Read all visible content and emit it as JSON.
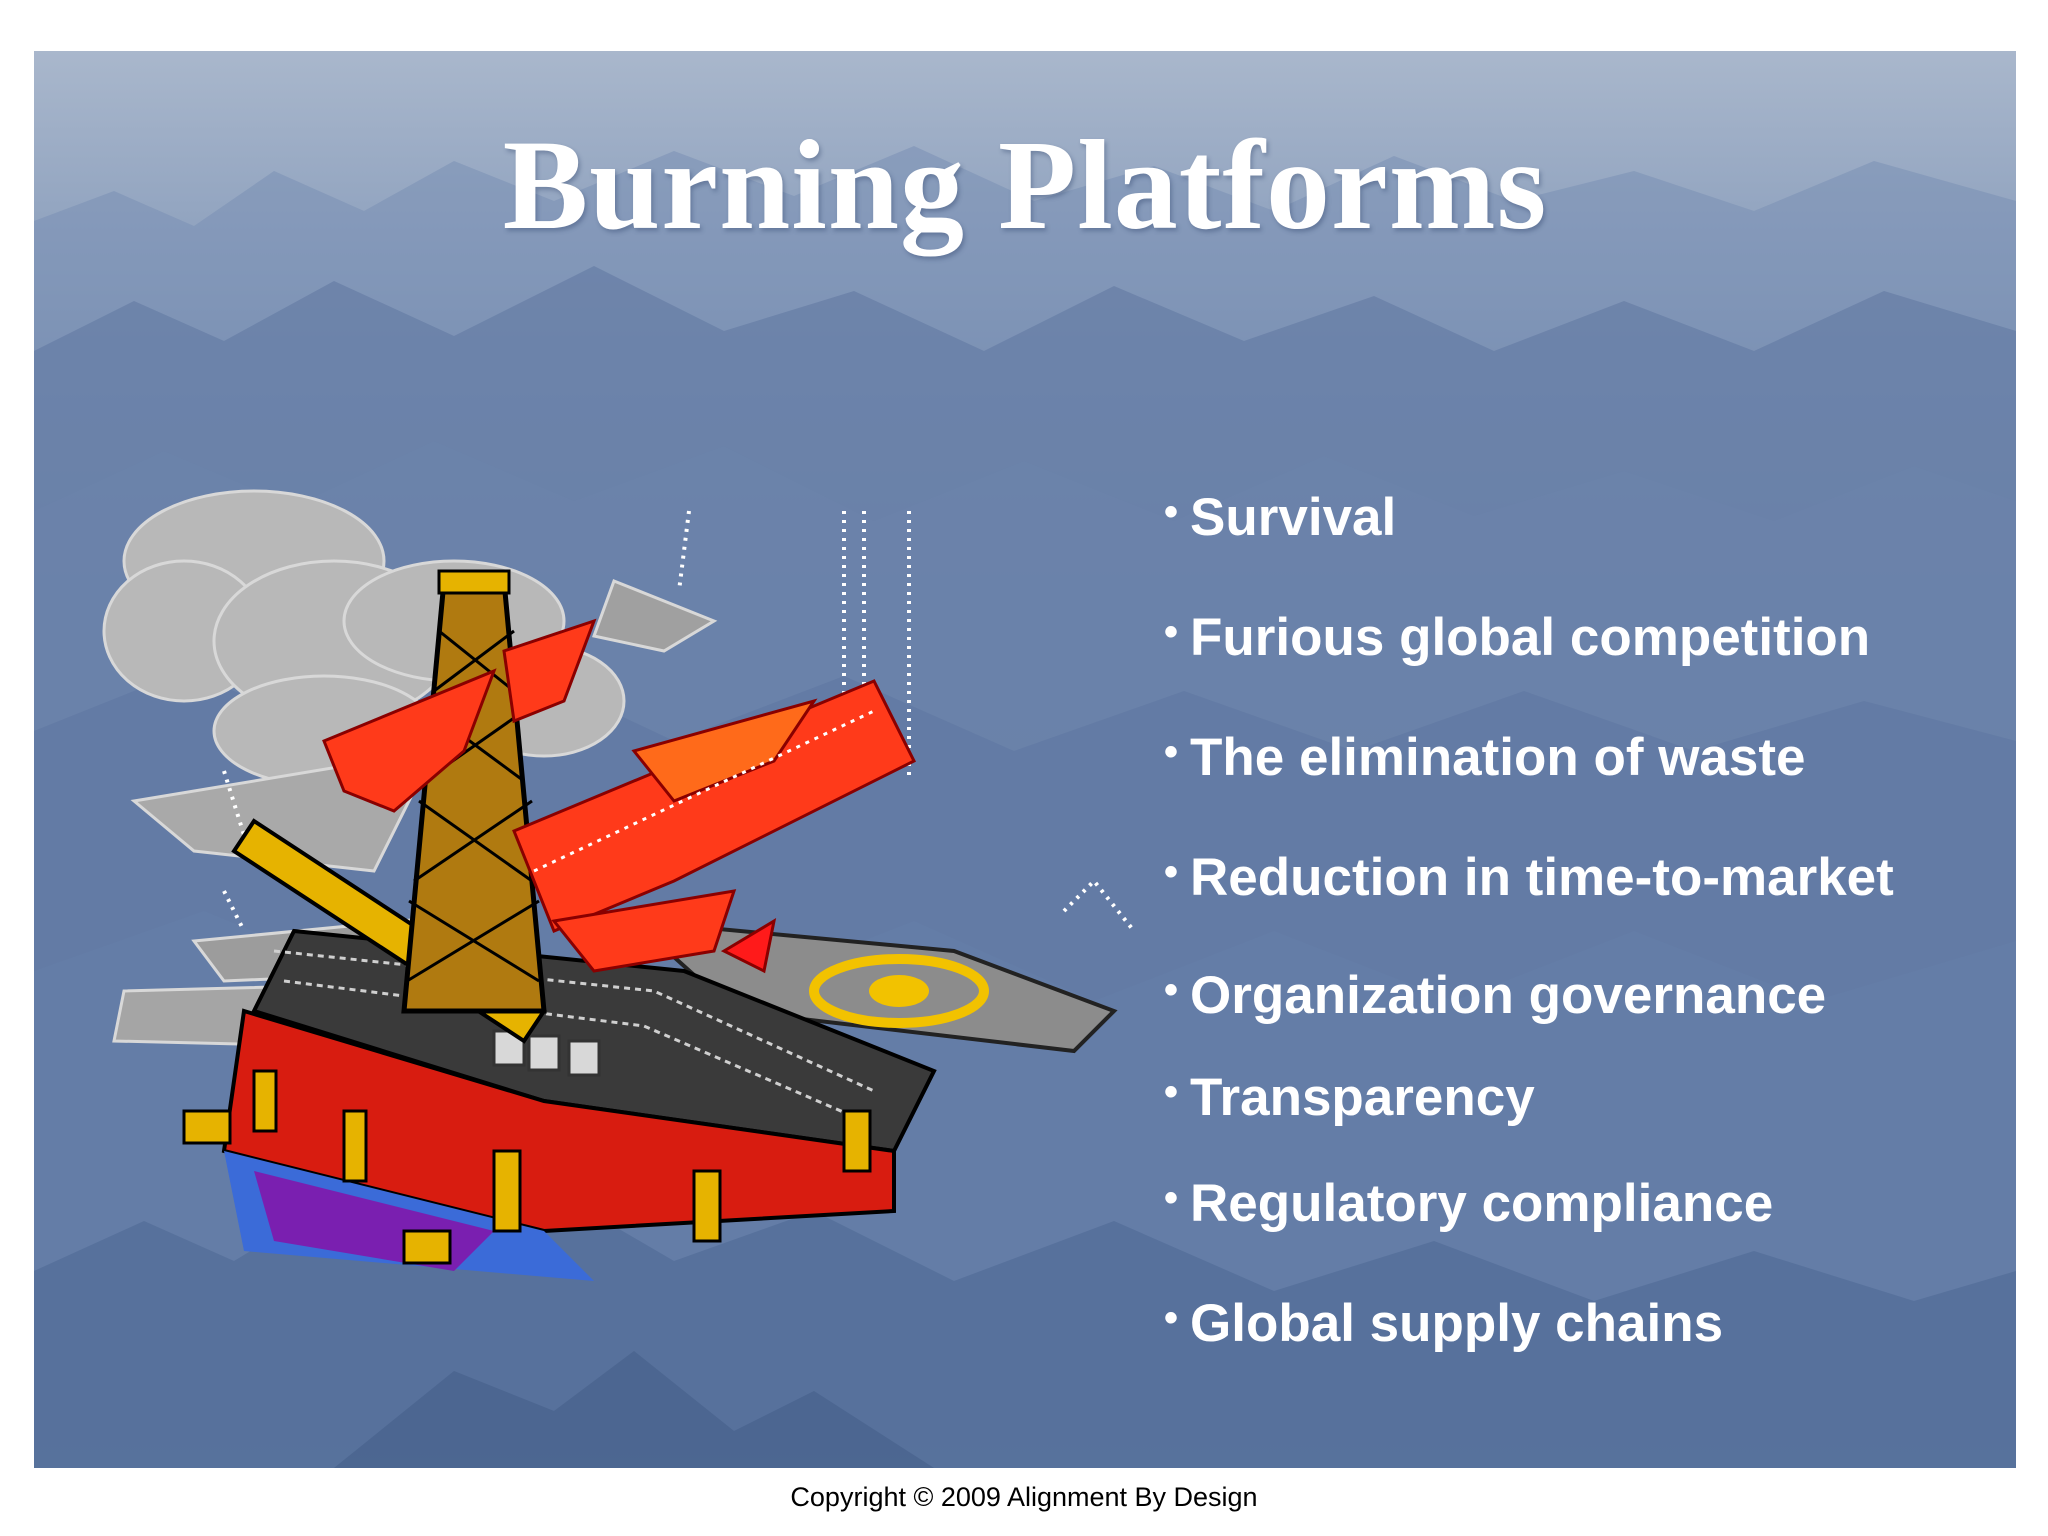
{
  "slide": {
    "title": "Burning Platforms",
    "bullets": [
      "Survival",
      "Furious global competition",
      "The elimination of waste",
      "Reduction in time-to-market",
      "Organization governance",
      "Transparency",
      "Regulatory compliance",
      "Global supply chains"
    ],
    "bullet_symbol": "•",
    "illustration": "burning-oil-platform-clipart",
    "background": "misty-mountains"
  },
  "footer": {
    "copyright": "Copyright © 2009 Alignment By Design"
  },
  "colors": {
    "title": "#ffffff",
    "bullet_text": "#ffffff",
    "copyright_text": "#000000",
    "sky": "#8ea2c0",
    "flame": "#ff3a1a"
  }
}
